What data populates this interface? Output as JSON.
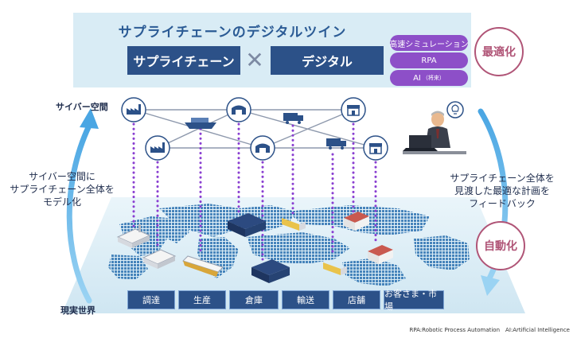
{
  "header": {
    "title": "サプライチェーンのデジタルツイン",
    "box_left": "サプライチェーン",
    "box_right": "デジタル",
    "times": "✕",
    "pills": [
      {
        "label": "高速シミュレーション",
        "note": ""
      },
      {
        "label": "RPA",
        "note": ""
      },
      {
        "label": "AI",
        "note": "（将来）"
      }
    ]
  },
  "badges": {
    "optimize": "最適化",
    "automate": "自動化"
  },
  "labels": {
    "cyber_space": "サイバー空間",
    "real_world": "現実世界"
  },
  "left_text": [
    "サイバー空間に",
    "サプライチェーン全体を",
    "モデル化"
  ],
  "right_text": [
    "サプライチェーン全体を",
    "見渡した最適な計画を",
    "フィードバック"
  ],
  "categories": [
    "調達",
    "生産",
    "倉庫",
    "輸送",
    "店舗",
    "お客さま・市場"
  ],
  "footnote": "RPA:Robotic Process Automation　AI:Artificial Intelligence",
  "colors": {
    "navy": "#2c5188",
    "purple": "#8d4fc8",
    "panel": "#d9ecf5",
    "badge": "#b05577",
    "arrow": "#6bbbe8",
    "dots": "#8a3fd1",
    "map_dot": "#3f7fb8"
  },
  "icons": {
    "cyber_nodes": [
      "factory-icon",
      "factory-icon",
      "warehouse-icon",
      "warehouse-icon",
      "store-icon",
      "store-icon"
    ],
    "cyber_vehicles": [
      "ship-icon",
      "truck-icon",
      "truck-icon"
    ],
    "person": "businessman-at-laptop-icon",
    "idea": "lightbulb-icon"
  }
}
